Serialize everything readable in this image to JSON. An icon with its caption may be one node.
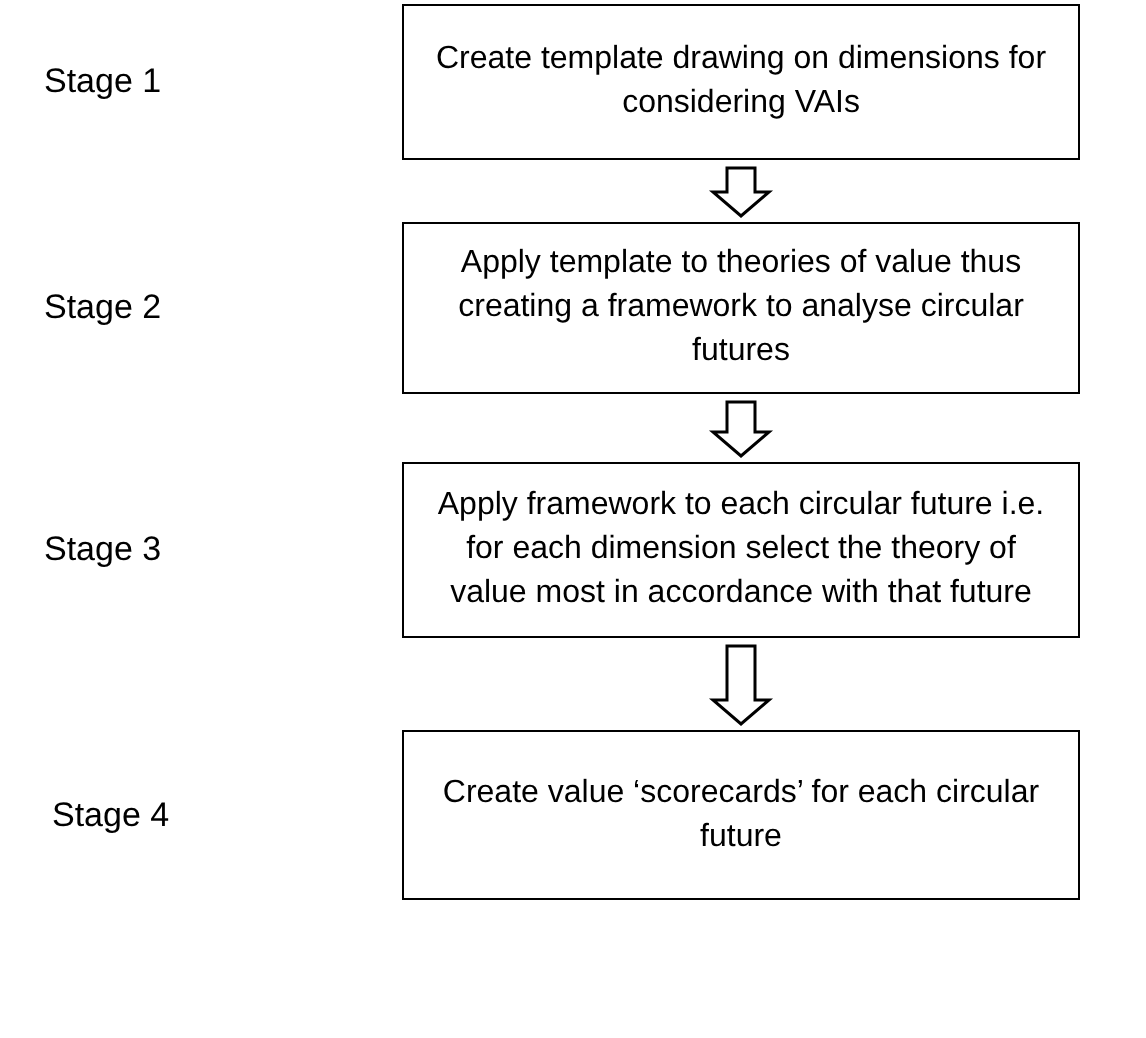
{
  "diagram": {
    "nodes": [
      {
        "text": [
          "Create template drawing on dimensions for considering VAIs"
        ]
      },
      {
        "text": [
          "Apply template to theories of value thus creating a framework to analyse circular futures"
        ]
      },
      {
        "text": [
          "Apply framework to each circular future i.e. for each dimension select the theory of value most in accordance with that future"
        ]
      },
      {
        "text": [
          "Create value ‘scorecards’ for each circular future"
        ]
      }
    ],
    "edges": [
      {
        "from": 0,
        "to": 1,
        "arrow": "to"
      },
      {
        "from": 1,
        "to": 2,
        "arrow": "to"
      },
      {
        "from": 2,
        "to": 3,
        "arrow": "to"
      }
    ],
    "labels": [
      "Stage 1",
      "Stage 2",
      "Stage 3",
      "Stage 4"
    ]
  }
}
